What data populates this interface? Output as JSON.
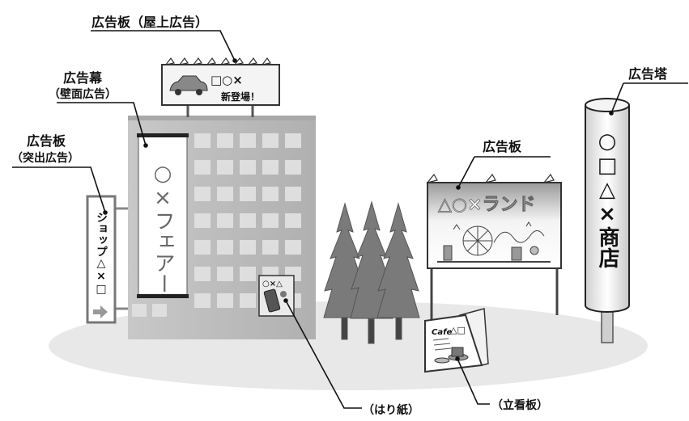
{
  "labels": {
    "rooftop": "広告板（屋上広告）",
    "banner_title": "広告幕",
    "banner_sub": "（壁面広告）",
    "projecting_title": "広告板",
    "projecting_sub": "（突出広告）",
    "billboard": "広告板",
    "tower": "広告塔",
    "poster": "（はり紙）",
    "standing": "（立看板）"
  },
  "rooftop_sign": {
    "line1": "□○×",
    "line2": "新登場！"
  },
  "banner_text": "○×フェアー",
  "projecting_text": "ショップ△×□",
  "billboard_text": "△○×ランド",
  "tower_text": "○□△×商店",
  "poster_text": "○×△",
  "aframe_text": {
    "cafe": "Cafe",
    "shapes": "△□"
  },
  "colors": {
    "ground": "#e8e8e8",
    "building": "#bdbdbd",
    "window": "#dedede",
    "tree": "#7a7a7a",
    "ink": "#111111"
  }
}
